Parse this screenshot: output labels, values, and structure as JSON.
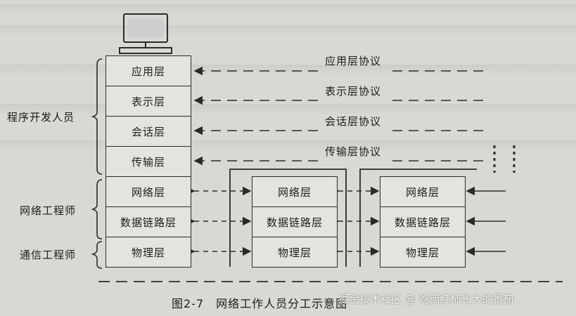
{
  "left_stack": [
    "应用层",
    "表示层",
    "会话层",
    "传输层",
    "网络层",
    "数据链路层",
    "物理层"
  ],
  "node_stack": [
    "网络层",
    "数据链路层",
    "物理层"
  ],
  "protocols": [
    "应用层协议",
    "表示层协议",
    "会话层协议",
    "传输层协议"
  ],
  "roles": {
    "developer": "程序开发人员",
    "network_engineer": "网络工程师",
    "comm_engineer": "通信工程师"
  },
  "caption": "图2-7　网络工作人员分工示意图",
  "watermark": "掘金技术社区 @ 吃西红柿长大的番茄",
  "colors": {
    "line": "#2a2a2a",
    "paper": "#d9d8d3"
  }
}
